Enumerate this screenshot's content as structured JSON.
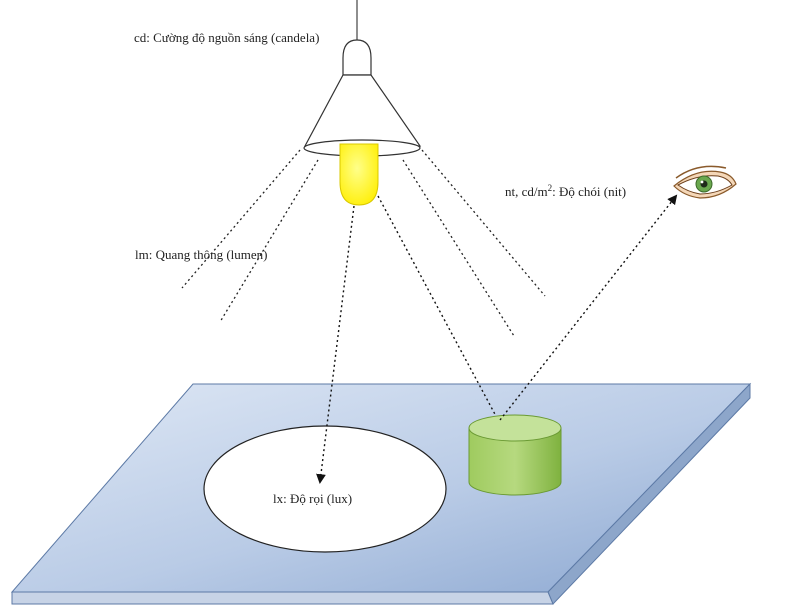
{
  "labels": {
    "candela": "cd: Cường độ nguồn sáng (candela)",
    "lumen": "lm: Quang thông (lumen)",
    "nit_prefix": "nt, cd/m",
    "nit_sup": "2",
    "nit_suffix": ": Độ chói (nit)",
    "lux": "lx: Độ rọi (lux)"
  },
  "colors": {
    "surface_light": "#cfdcef",
    "surface_dark": "#8aa6d0",
    "bulb": "#ffff1a",
    "cylinder_top": "#b8dc86",
    "cylinder_body": "#8cc04e",
    "iris": "#6aa84f"
  },
  "icons": {
    "lamp": "pendant-lamp-icon",
    "eye": "eye-icon"
  }
}
